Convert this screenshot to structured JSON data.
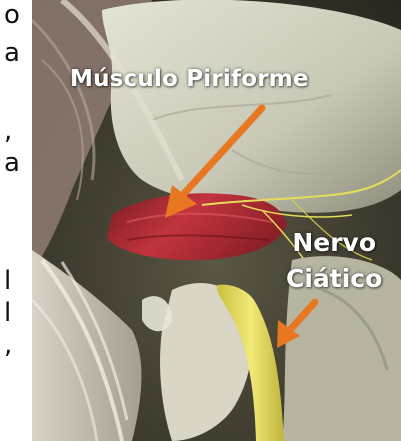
{
  "left_strip": {
    "chars": [
      "o",
      "a",
      ",",
      "a",
      "l",
      "l",
      ","
    ]
  },
  "illustration": {
    "labels": {
      "muscle": "Músculo Piriforme",
      "nerve_line1": "Nervo",
      "nerve_line2": "Ciático"
    },
    "colors": {
      "arrow": "#e87722",
      "muscle": "#b5303a",
      "nerve": "#e6dc5a",
      "bone": "#cfcfbd",
      "background": "#4a4638"
    }
  }
}
